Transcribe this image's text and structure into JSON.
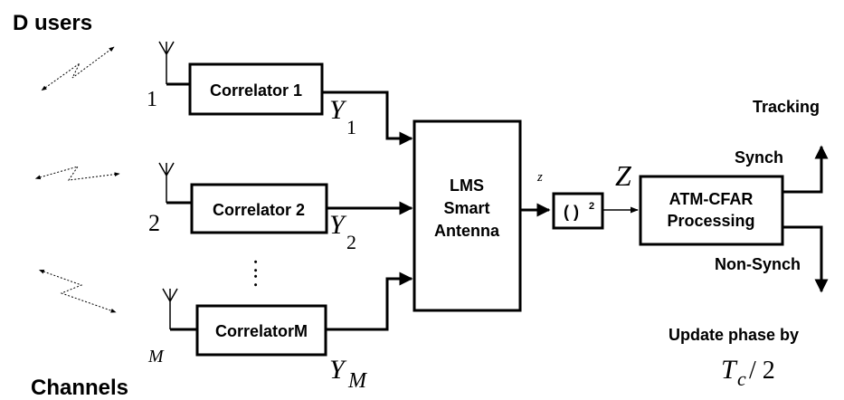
{
  "title": "D users",
  "bottom_label": "Channels",
  "correlators": [
    {
      "label": "Correlator 1",
      "antenna_index": "1",
      "output_var": "Y",
      "output_sub": "1"
    },
    {
      "label": "Correlator 2",
      "antenna_index": "2",
      "output_var": "Y",
      "output_sub": "2"
    },
    {
      "label": "CorrelatorM",
      "antenna_index": "M",
      "output_var": "Y",
      "output_sub": "M"
    }
  ],
  "vertical_dots": ":",
  "smart_antenna": {
    "line1": "LMS",
    "line2": "Smart",
    "line3": "Antenna"
  },
  "z_small": "z",
  "squarer": {
    "text": "( )",
    "exponent": "2"
  },
  "z_big": "Z",
  "cfar": {
    "line1": "ATM-CFAR",
    "line2": "Processing"
  },
  "outputs": {
    "tracking": "Tracking",
    "synch": "Synch",
    "non_synch": "Non-Synch"
  },
  "update": {
    "label": "Update phase by",
    "formula_var": "T",
    "formula_sub": "c",
    "formula_rest": " / 2"
  }
}
